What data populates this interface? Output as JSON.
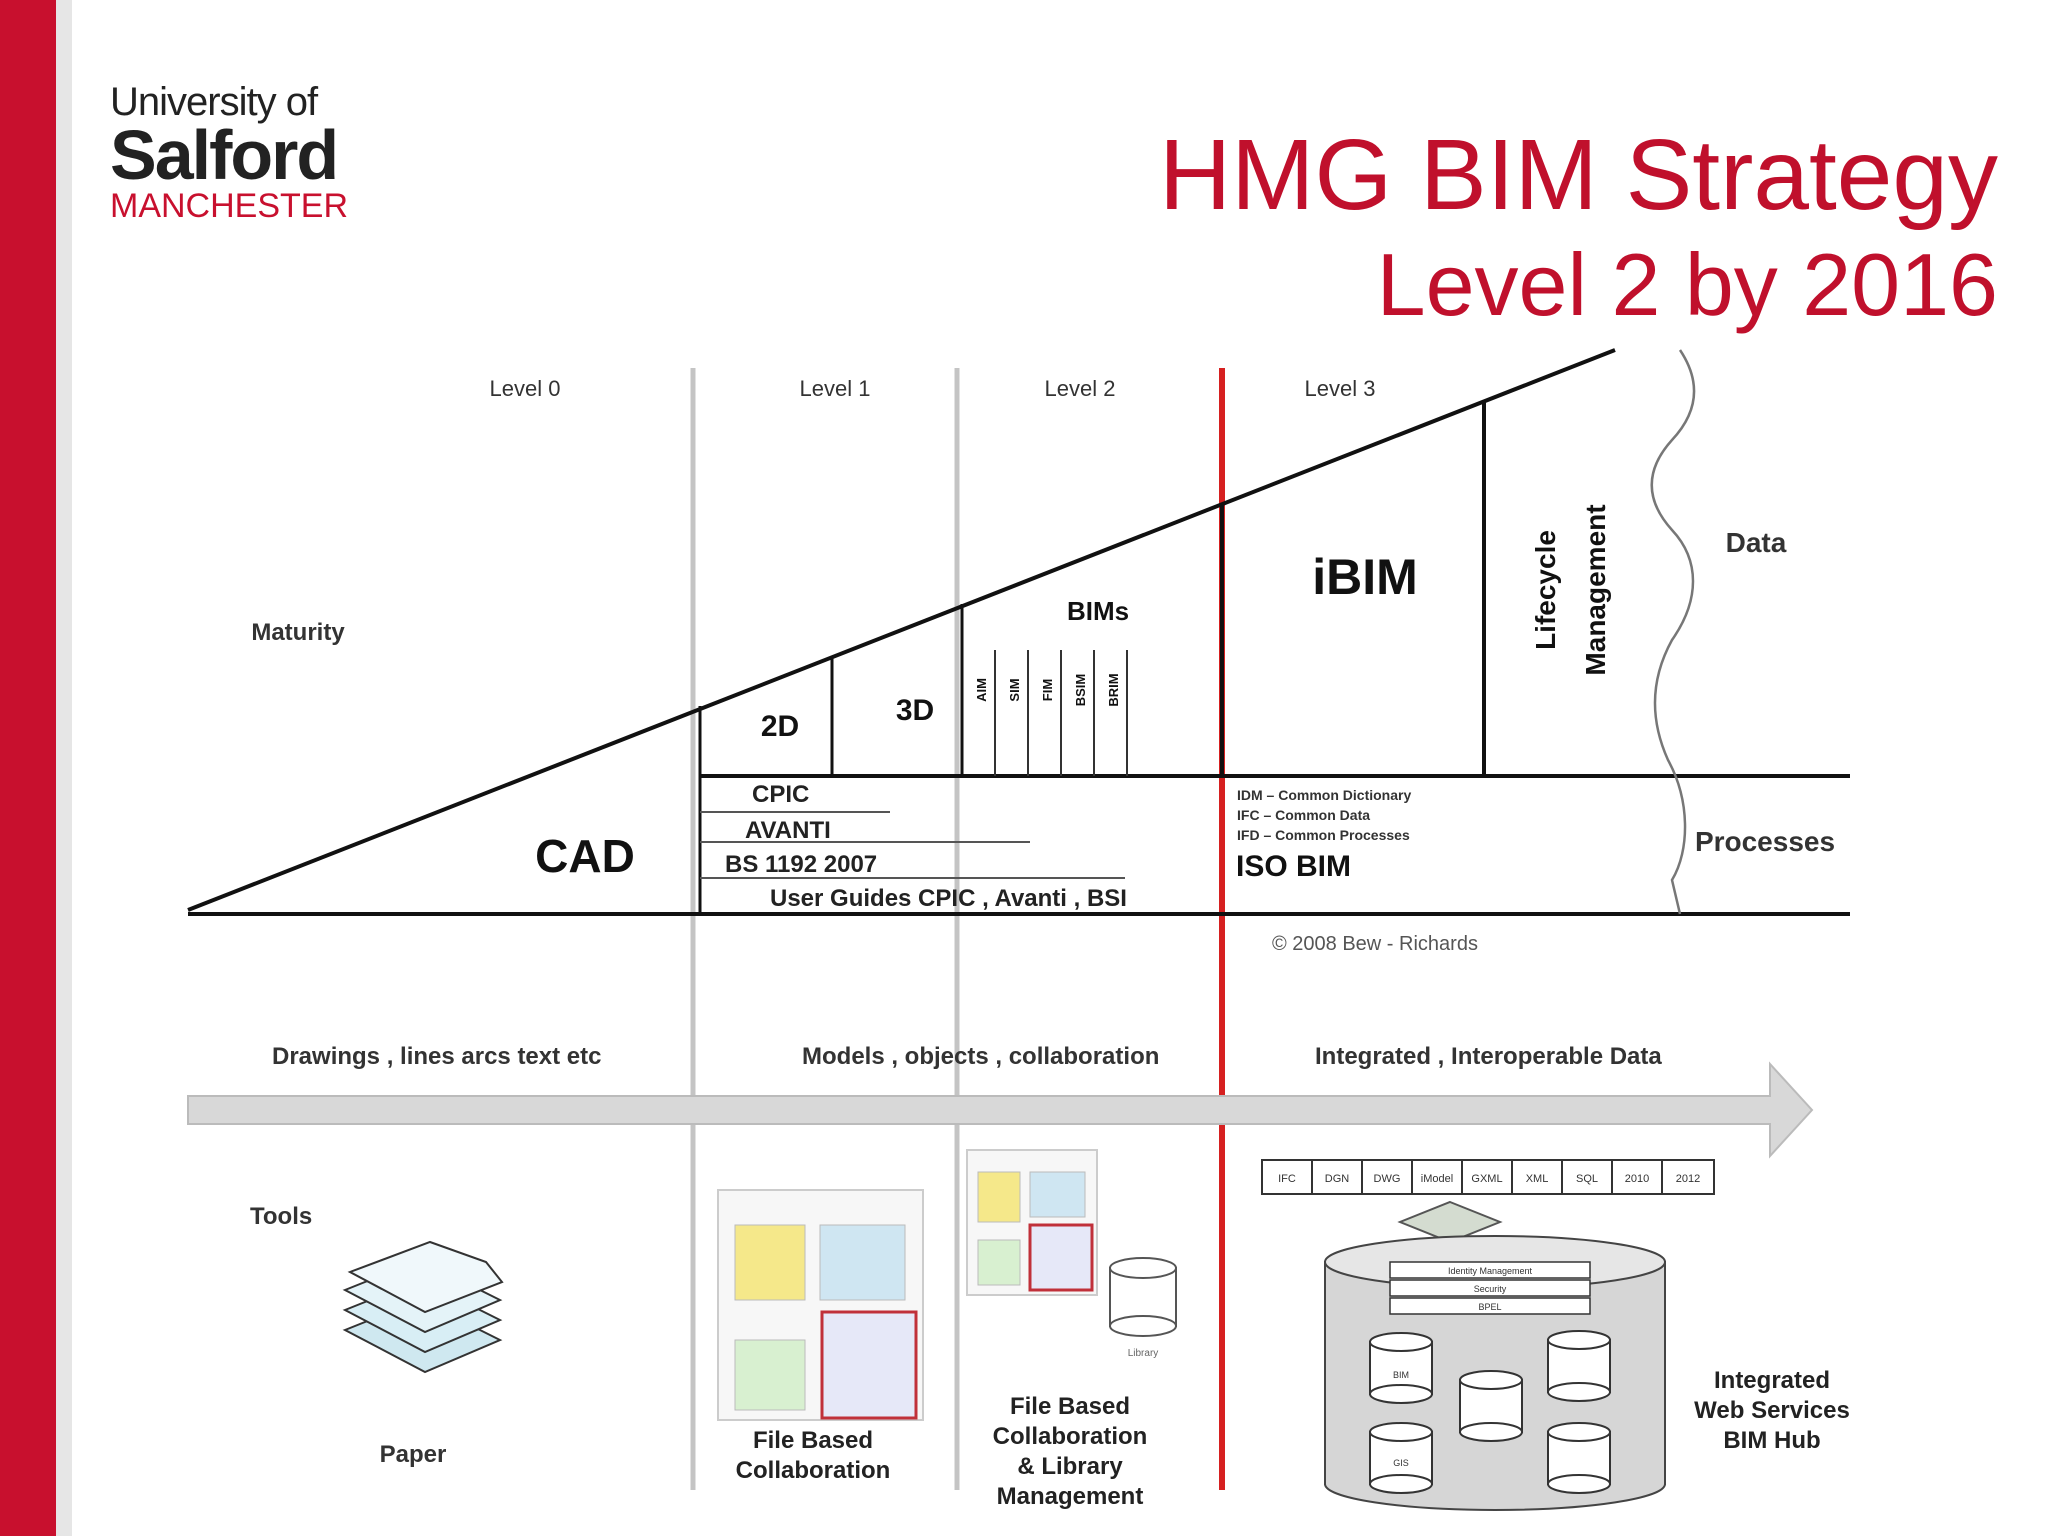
{
  "colors": {
    "accent": "#c8102e",
    "text": "#222222"
  },
  "logo": {
    "line1": "University of",
    "line2": "Salford",
    "line3": "MANCHESTER"
  },
  "title": {
    "main": "HMG BIM Strategy",
    "sub": "Level 2 by 2016"
  },
  "diagram": {
    "levels": [
      "Level 0",
      "Level 1",
      "Level 2",
      "Level 3"
    ],
    "maturity": "Maturity",
    "cad": "CAD",
    "d2": "2D",
    "d3": "3D",
    "bims": "BIMs",
    "bim_types": [
      "AIM",
      "SIM",
      "FIM",
      "BSIM",
      "BRIM"
    ],
    "ibim": "iBIM",
    "lifecycle": "Lifecycle",
    "management": "Management",
    "data": "Data",
    "processes": "Processes",
    "standards": [
      "CPIC",
      "AVANTI",
      "BS 1192  2007",
      "User Guides CPIC , Avanti , BSI"
    ],
    "iso_lines": [
      "IDM – Common Dictionary",
      "IFC – Common Data",
      "IFD – Common Processes"
    ],
    "iso_bim": "ISO BIM",
    "copyright": "© 2008 Bew - Richards",
    "arrow_labels": [
      "Drawings ,   lines arcs text etc",
      "Models ,  objects , collaboration",
      "Integrated ,  Interoperable Data"
    ],
    "tools": "Tools",
    "paper": "Paper",
    "file_based": [
      "File Based",
      "Collaboration"
    ],
    "file_library": [
      "File Based",
      "Collaboration",
      "& Library",
      "Management"
    ],
    "library": "Library",
    "formats": [
      "IFC",
      "DGN",
      "DWG",
      "iModel",
      "GXML",
      "XML",
      "SQL",
      "2010",
      "2012"
    ],
    "hub_rows": [
      "Identity Management",
      "Security",
      "BPEL"
    ],
    "hub_dbs": [
      "BIM",
      "",
      "",
      "GIS",
      ""
    ],
    "hub_label": [
      "Integrated",
      "Web Services",
      "BIM Hub"
    ]
  }
}
